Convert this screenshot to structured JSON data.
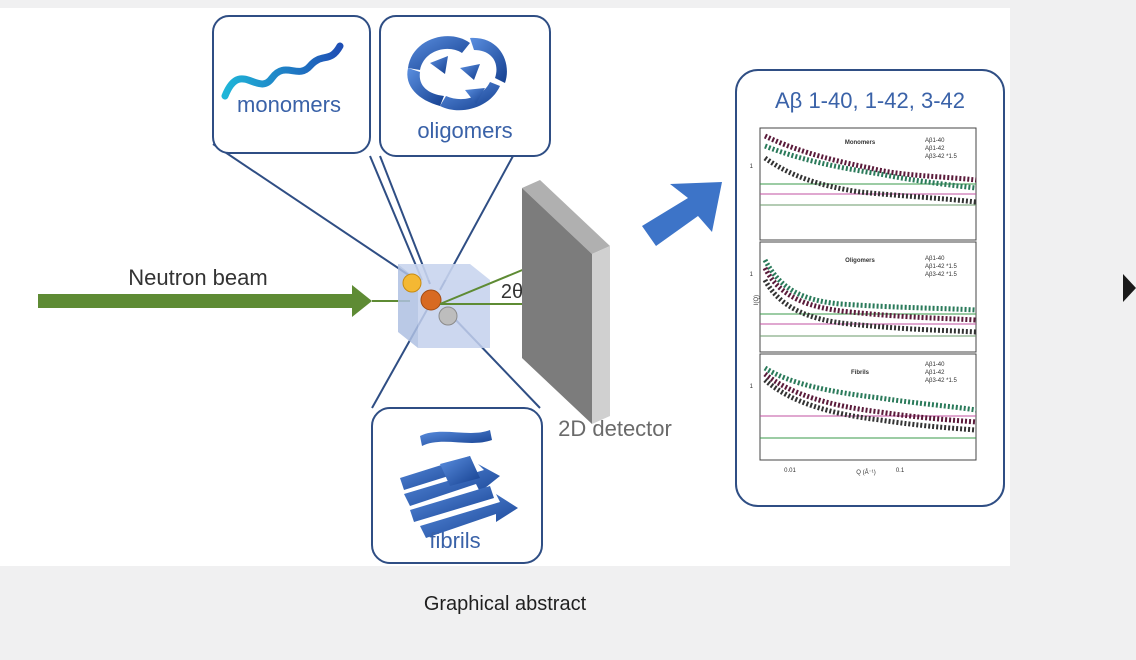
{
  "figure": {
    "labels": {
      "monomers": "monomers",
      "oligomers": "oligomers",
      "fibrils": "fibrils",
      "neutron_beam": "Neutron beam",
      "angle": "2θ",
      "detector": "2D detector"
    },
    "colors": {
      "beam": "#5e8b34",
      "panel_border": "#2f4e84",
      "label_blue": "#3a62a8",
      "arrow_blue": "#3d74c8",
      "sample_yellow": "#f4b833",
      "sample_orange": "#d86a22",
      "sample_grey": "#b5b5b5"
    },
    "results_panel": {
      "title": "Aβ 1-40, 1-42, 3-42",
      "y_axis_label": "I(Q)",
      "x_axis_label": "Q (Å⁻¹)",
      "x_ticks": [
        "0.01",
        "0.1"
      ],
      "y_tick": "1",
      "subplots": [
        {
          "title": "Monomers",
          "legend": [
            "Aβ1-40",
            "Aβ1-42",
            "Aβ3-42 *1.5"
          ]
        },
        {
          "title": "Oligomers",
          "legend": [
            "Aβ1-40",
            "Aβ1-42 *1.5",
            "Aβ3-42 *1.5"
          ]
        },
        {
          "title": "Fibrils",
          "legend": [
            "Aβ1-40",
            "Aβ1-42",
            "Aβ3-42 *1.5"
          ]
        }
      ]
    }
  },
  "caption": "Graphical abstract",
  "navigation": {
    "next_icon": "triangle-right-icon"
  }
}
